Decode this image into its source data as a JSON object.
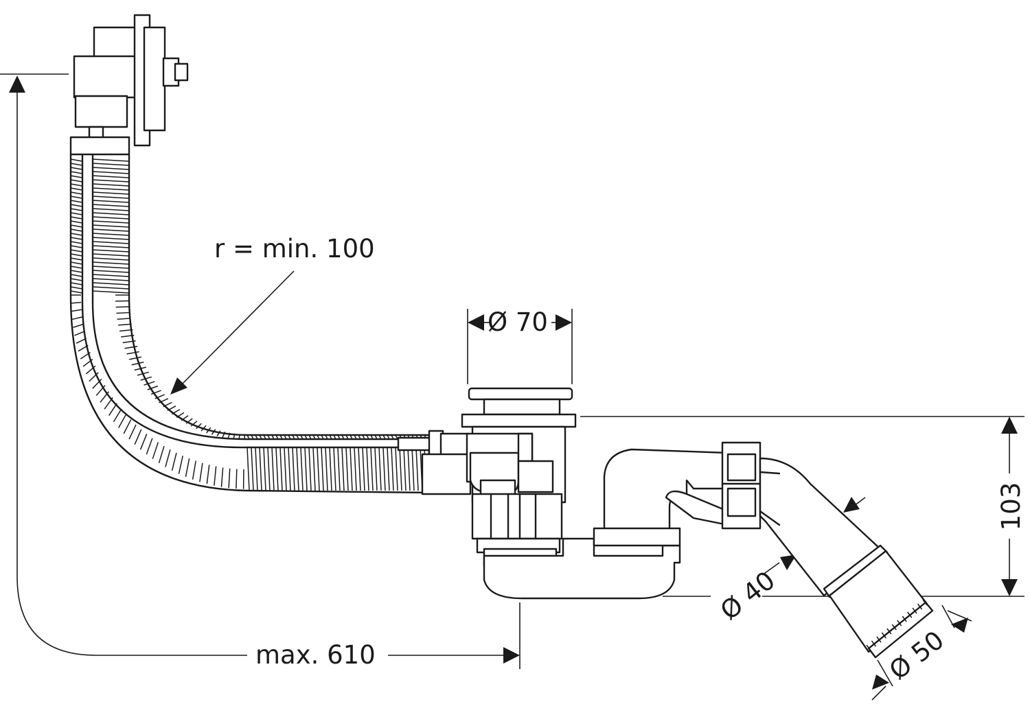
{
  "diagram": {
    "labels": {
      "bend_radius": "r = min. 100",
      "overflow_diameter": "Ø 70",
      "height": "103",
      "pipe_diameter_40": "Ø 40",
      "pipe_diameter_50": "Ø 50",
      "max_length": "max. 610"
    },
    "colors": {
      "line": "#1a1a1a",
      "background": "#ffffff"
    }
  }
}
